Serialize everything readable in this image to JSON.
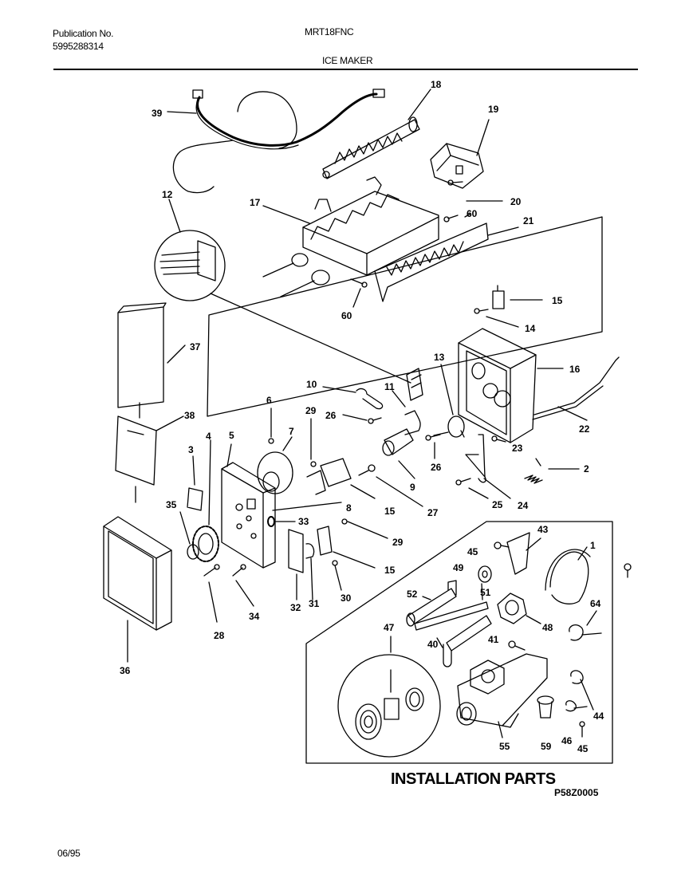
{
  "header": {
    "publication_label": "Publication No.",
    "publication_number": "5995288314",
    "model": "MRT18FNC",
    "section_title": "ICE MAKER"
  },
  "installation_title": "INSTALLATION PARTS",
  "diagram_code": "P58Z0005",
  "date": "06/95",
  "callouts": [
    {
      "id": "c39",
      "text": "39"
    },
    {
      "id": "c18",
      "text": "18"
    },
    {
      "id": "c19",
      "text": "19"
    },
    {
      "id": "c12",
      "text": "12"
    },
    {
      "id": "c17",
      "text": "17"
    },
    {
      "id": "c20",
      "text": "20"
    },
    {
      "id": "c60a",
      "text": "60"
    },
    {
      "id": "c21",
      "text": "21"
    },
    {
      "id": "c60b",
      "text": "60"
    },
    {
      "id": "c15a",
      "text": "15"
    },
    {
      "id": "c14",
      "text": "14"
    },
    {
      "id": "c37",
      "text": "37"
    },
    {
      "id": "c13",
      "text": "13"
    },
    {
      "id": "c16",
      "text": "16"
    },
    {
      "id": "c10",
      "text": "10"
    },
    {
      "id": "c11",
      "text": "11"
    },
    {
      "id": "c6",
      "text": "6"
    },
    {
      "id": "c38",
      "text": "38"
    },
    {
      "id": "c29a",
      "text": "29"
    },
    {
      "id": "c26a",
      "text": "26"
    },
    {
      "id": "c22",
      "text": "22"
    },
    {
      "id": "c3",
      "text": "3"
    },
    {
      "id": "c4",
      "text": "4"
    },
    {
      "id": "c5",
      "text": "5"
    },
    {
      "id": "c7",
      "text": "7"
    },
    {
      "id": "c23",
      "text": "23"
    },
    {
      "id": "c26b",
      "text": "26"
    },
    {
      "id": "c2",
      "text": "2"
    },
    {
      "id": "c9",
      "text": "9"
    },
    {
      "id": "c35",
      "text": "35"
    },
    {
      "id": "c15b",
      "text": "15"
    },
    {
      "id": "c27",
      "text": "27"
    },
    {
      "id": "c25",
      "text": "25"
    },
    {
      "id": "c24",
      "text": "24"
    },
    {
      "id": "c8",
      "text": "8"
    },
    {
      "id": "c33",
      "text": "33"
    },
    {
      "id": "c43",
      "text": "43"
    },
    {
      "id": "c29b",
      "text": "29"
    },
    {
      "id": "c45a",
      "text": "45"
    },
    {
      "id": "c1",
      "text": "1"
    },
    {
      "id": "c15c",
      "text": "15"
    },
    {
      "id": "c49",
      "text": "49"
    },
    {
      "id": "c52",
      "text": "52"
    },
    {
      "id": "c51",
      "text": "51"
    },
    {
      "id": "c64",
      "text": "64"
    },
    {
      "id": "c32",
      "text": "32"
    },
    {
      "id": "c31",
      "text": "31"
    },
    {
      "id": "c30",
      "text": "30"
    },
    {
      "id": "c34",
      "text": "34"
    },
    {
      "id": "c48",
      "text": "48"
    },
    {
      "id": "c40",
      "text": "40"
    },
    {
      "id": "c28",
      "text": "28"
    },
    {
      "id": "c47",
      "text": "47"
    },
    {
      "id": "c41",
      "text": "41"
    },
    {
      "id": "c36",
      "text": "36"
    },
    {
      "id": "c44",
      "text": "44"
    },
    {
      "id": "c46",
      "text": "46"
    },
    {
      "id": "c55",
      "text": "55"
    },
    {
      "id": "c59",
      "text": "59"
    },
    {
      "id": "c45b",
      "text": "45"
    }
  ]
}
